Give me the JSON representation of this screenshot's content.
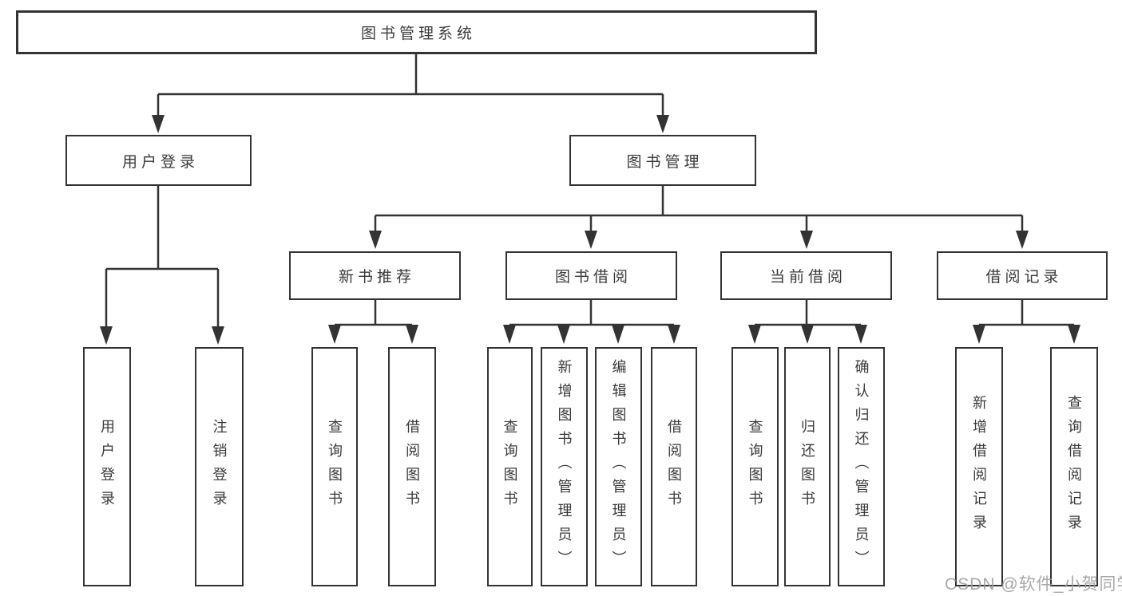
{
  "diagram_title": "图书管理系统",
  "colors": {
    "line": "#333333",
    "box_border": "#333333",
    "box_fill": "#ffffff",
    "text": "#3a3a3a",
    "watermark": "#9e9e9e",
    "background": "#ffffff"
  },
  "tree": {
    "root": {
      "label": "图书管理系统",
      "children": [
        {
          "label": "用户登录",
          "children": [
            {
              "label": "用户登录"
            },
            {
              "label": "注销登录"
            }
          ]
        },
        {
          "label": "图书管理",
          "children": [
            {
              "label": "新书推荐",
              "children": [
                {
                  "label": "查询图书"
                },
                {
                  "label": "借阅图书"
                }
              ]
            },
            {
              "label": "图书借阅",
              "children": [
                {
                  "label": "查询图书"
                },
                {
                  "label": "新增图书（管理员）"
                },
                {
                  "label": "编辑图书（管理员）"
                },
                {
                  "label": "借阅图书"
                }
              ]
            },
            {
              "label": "当前借阅",
              "children": [
                {
                  "label": "查询图书"
                },
                {
                  "label": "归还图书"
                },
                {
                  "label": "确认归还（管理员）"
                }
              ]
            },
            {
              "label": "借阅记录",
              "children": [
                {
                  "label": "新增借阅记录"
                },
                {
                  "label": "查询借阅记录"
                }
              ]
            }
          ]
        }
      ]
    }
  },
  "watermark": {
    "text": "CSDN @软件_小贺同学"
  }
}
